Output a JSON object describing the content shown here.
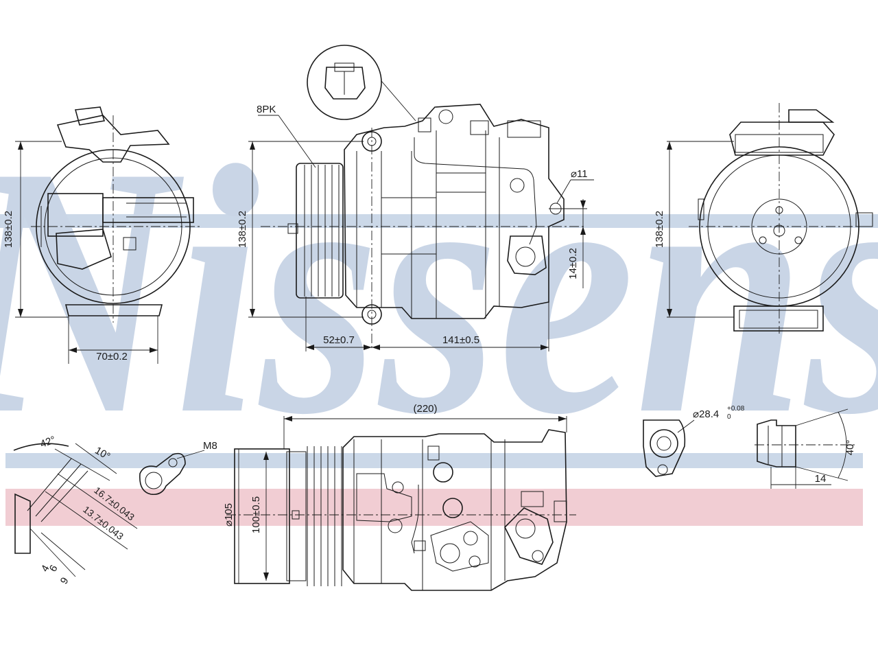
{
  "colors": {
    "watermark_text": "#c9d5e6",
    "band_blue": "#cbd8e8",
    "band_pink": "#f1cdd3",
    "line": "#1a1a1a",
    "background": "#ffffff"
  },
  "watermark": {
    "text": "Nissens"
  },
  "dimensions": {
    "left_height": "138±0.2",
    "left_width": "70±0.2",
    "center_height": "138±0.2",
    "belt": "8PK",
    "hole_dia": "⌀11",
    "offset_vert": "14±0.2",
    "len_pulley": "52±0.7",
    "len_body": "141±0.5",
    "right_height": "138±0.2",
    "overall_length": "(220)",
    "pulley_dia": "⌀105",
    "pulley_inner": "100±0.5",
    "thread": "M8",
    "angle_a": "42°",
    "angle_b": "10°",
    "groove_a": "16.7±0.043",
    "groove_b": "13.7±0.043",
    "step_4": "4",
    "step_6": "6",
    "step_9": "9",
    "port_dia": "⌀28.4",
    "port_tol": "+0.08",
    "port_tol_low": "0",
    "port_angle": "40°",
    "port_len": "14"
  }
}
